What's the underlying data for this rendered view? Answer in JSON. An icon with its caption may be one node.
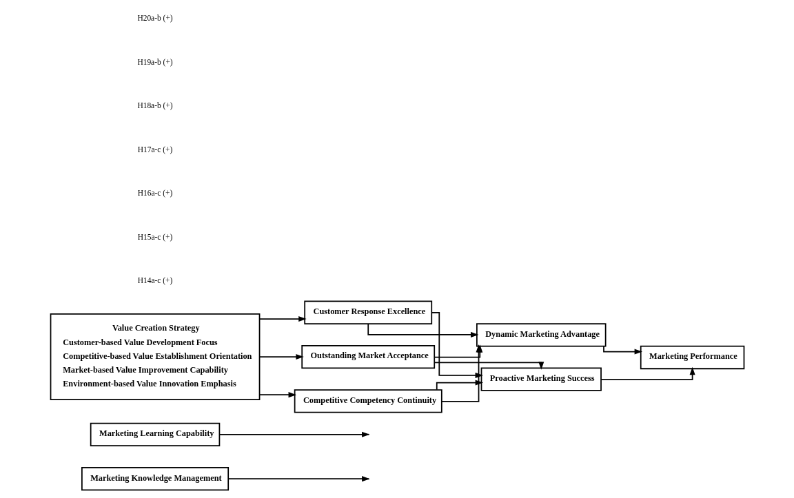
{
  "diagram": {
    "nodes": [
      {
        "text": [
          "Marketing Knowledge Management"
        ]
      },
      {
        "text": [
          "Marketing Learning Capability"
        ]
      },
      {
        "text": [
          "Customer Response Excellence"
        ]
      },
      {
        "text": [
          "Value Creation Strategy",
          "Customer-based Value Development Focus",
          "Competitive-based Value Establishment Orientation",
          "Market-based Value Improvement Capability",
          "Environment-based Value Innovation Emphasis"
        ]
      },
      {
        "text": [
          "Outstanding Market Acceptance"
        ]
      },
      {
        "text": [
          "Competitive Competency Continuity"
        ]
      },
      {
        "text": [
          "Dynamic Marketing Advantage"
        ]
      },
      {
        "text": [
          "Proactive Marketing Success"
        ]
      },
      {
        "text": [
          "Marketing Performance"
        ]
      }
    ],
    "edges": [
      {
        "from": 0,
        "to": null,
        "arrow": "to"
      },
      {
        "from": 1,
        "to": null,
        "arrow": "to"
      },
      {
        "from": 3,
        "to": 2,
        "arrow": "to"
      },
      {
        "from": 3,
        "to": 4,
        "arrow": "to"
      },
      {
        "from": 3,
        "to": 5,
        "arrow": "to"
      },
      {
        "from": 2,
        "to": 6,
        "arrow": "to"
      },
      {
        "from": 2,
        "to": 7,
        "arrow": "to"
      },
      {
        "from": 4,
        "to": 6,
        "arrow": "to"
      },
      {
        "from": 4,
        "to": 7,
        "arrow": "to"
      },
      {
        "from": 5,
        "to": 6,
        "arrow": "to"
      },
      {
        "from": 5,
        "to": 7,
        "arrow": "to"
      },
      {
        "from": 6,
        "to": 8,
        "arrow": "to"
      },
      {
        "from": 7,
        "to": 8,
        "arrow": "to"
      }
    ],
    "labels": [
      "H14a-c (+)",
      "H15a-c (+)",
      "H16a-c (+)",
      "H17a-c (+)",
      "H18a-b (+)",
      "H19a-b (+)",
      "H20a-b (+)"
    ]
  }
}
